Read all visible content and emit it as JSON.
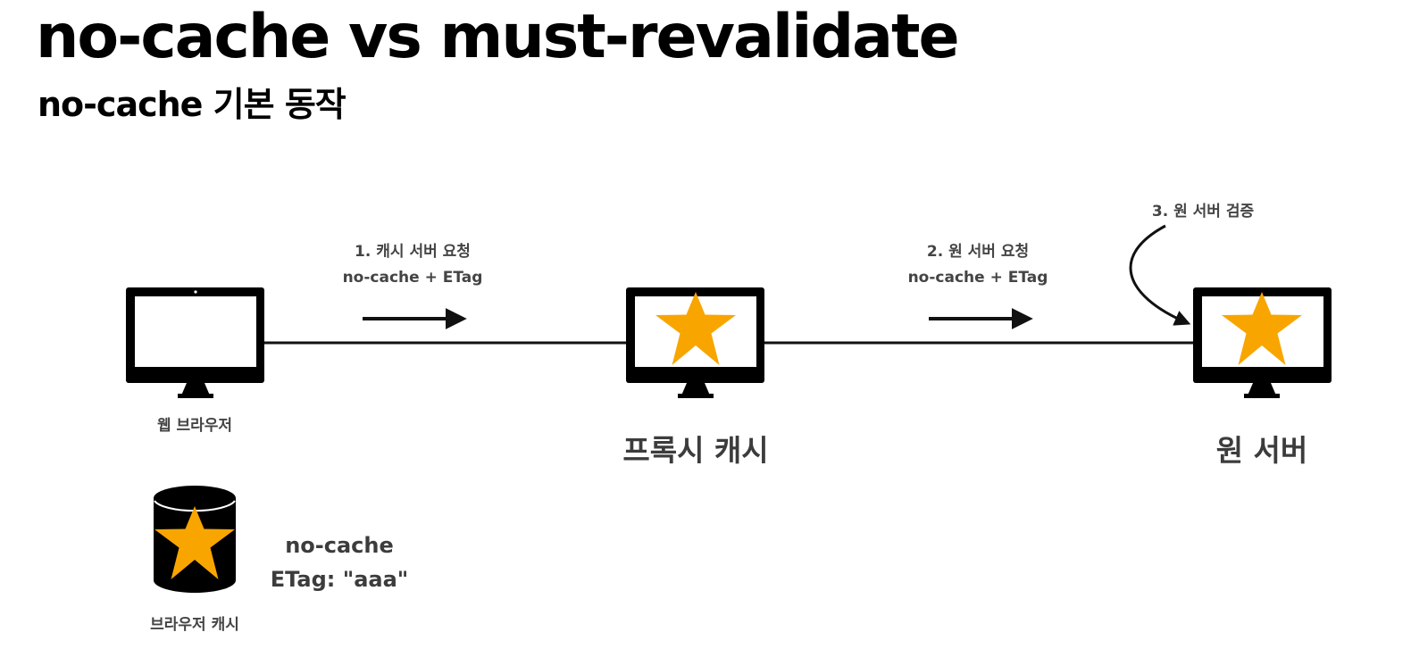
{
  "header": {
    "title": "no-cache vs must-revalidate",
    "subtitle": "no-cache 기본 동작"
  },
  "nodes": {
    "browser": "웹 브라우저",
    "proxy": "프록시 캐시",
    "origin": "원 서버",
    "browser_cache": "브라우저 캐시"
  },
  "steps": {
    "step1_line1": "1. 캐시 서버 요청",
    "step1_line2": "no-cache + ETag",
    "step2_line1": "2. 원 서버 요청",
    "step2_line2": "no-cache + ETag",
    "step3": "3. 원 서버 검증"
  },
  "cache_entry": {
    "directive": "no-cache",
    "etag": "ETag: \"aaa\""
  },
  "colors": {
    "star": "#F9A500",
    "ink": "#000000",
    "label": "#444444"
  }
}
